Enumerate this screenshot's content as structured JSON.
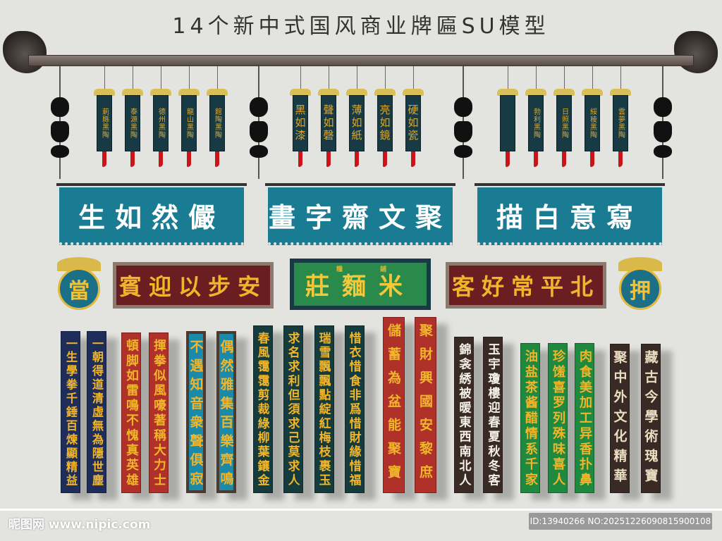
{
  "title": "14个新中式国风商业牌匾SU模型",
  "hanging_plaques": [
    "莿縣黑陶",
    "泰源黑陶",
    "德州黑陶",
    "龍山黑陶",
    "館陶黑陶",
    "黑如漆",
    "聲如磬",
    "薄如紙",
    "亮如鏡",
    "硬如瓷",
    "",
    "勃利黑陶",
    "日照黑陶",
    "綏稜黑陶",
    "雲夢黑陶"
  ],
  "banners": [
    "生如然儼",
    "畫字齋文聚",
    "描白意寫"
  ],
  "plaques": {
    "left": "賓迎以步安",
    "center": "莊麵米",
    "center_small": [
      "糧",
      "鋪"
    ],
    "right": "客好常平北"
  },
  "badges": [
    "當",
    "押"
  ],
  "colors": {
    "navy": "#1f2d5a",
    "red": "#b0302a",
    "teal": "#1a8aa8",
    "dark_green": "#153b3c",
    "brown": "#3a2a25",
    "green": "#1f8a3f",
    "gold": "#f0b52a"
  },
  "couplets": [
    {
      "text": "一生學拳千錘百煉顯精益",
      "color": "navy"
    },
    {
      "text": "一朝得道清虛無為隱世塵",
      "color": "navy"
    },
    {
      "text": "頓脚如雷鳴不愧真英雄",
      "color": "red"
    },
    {
      "text": "揮拳似風嚎著稱大力士",
      "color": "red"
    },
    {
      "text": "不遇知音衆聲俱寂",
      "color": "teal"
    },
    {
      "text": "偶然雅集百樂齊鳴",
      "color": "teal"
    },
    {
      "text": "春風霭霭剪裁綠柳葉鑲金",
      "color": "dark_green"
    },
    {
      "text": "求名求利但須求己莫求人",
      "color": "dark_green"
    },
    {
      "text": "瑞雪飄飄點綻紅梅枝裹玉",
      "color": "dark_green"
    },
    {
      "text": "惜衣惜食非爲惜財緣惜福",
      "color": "dark_green"
    },
    {
      "text": "儲蓄為盆能聚寶",
      "color": "red"
    },
    {
      "text": "聚財興國安黎庶",
      "color": "red"
    },
    {
      "text": "錦衾綉被暖東西南北人",
      "color": "brown"
    },
    {
      "text": "玉宇瓊樓迎春夏秋冬客",
      "color": "brown"
    },
    {
      "text": "油盐茶酱醋情系千家",
      "color": "green"
    },
    {
      "text": "珍馐喜罗列殊味喜人",
      "color": "green"
    },
    {
      "text": "肉食美加工异香扑鼻",
      "color": "green"
    },
    {
      "text": "聚中外文化精華",
      "color": "brown"
    },
    {
      "text": "藏古今學術瑰寶",
      "color": "brown"
    }
  ],
  "footer": {
    "logo": "昵图网 www.nipic.com",
    "id": "ID:13940266 NO:20251226090815900108"
  }
}
